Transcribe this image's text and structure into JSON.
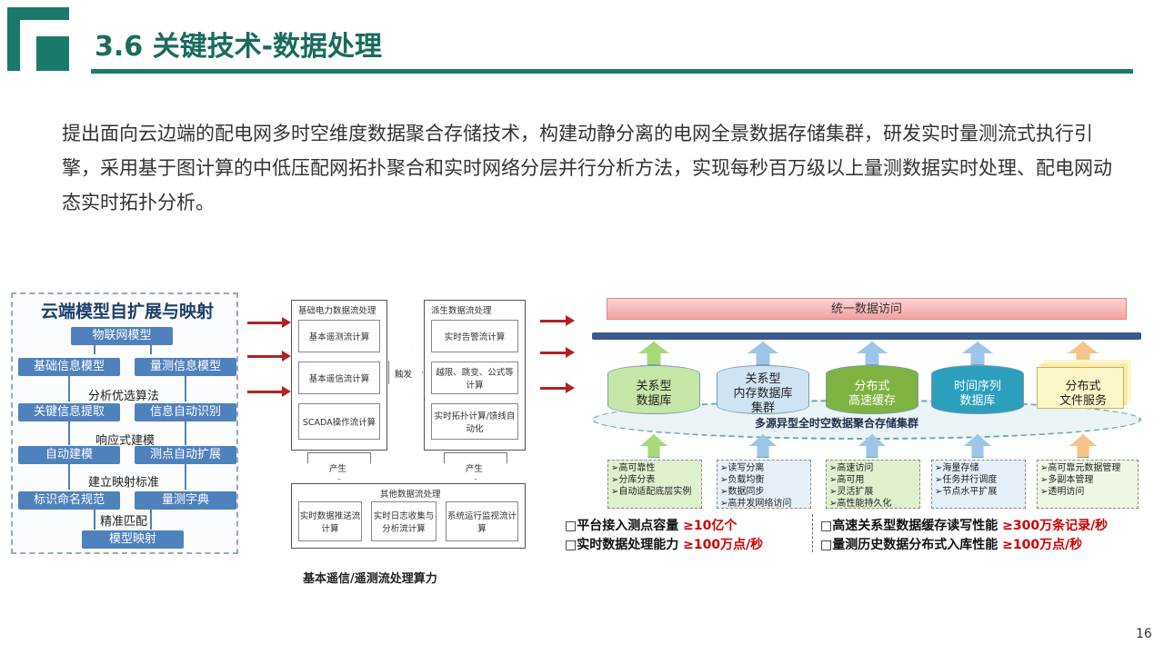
{
  "title": "3.6 关键技术-数据处理",
  "intro": "提出面向云边端的配电网多时空维度数据聚合存储技术，构建动静分离的电网全景数据存储集群，研发实时量测流式执行引擎，采用基于图计算的中低压配网拓扑聚合和实时网络分层并行分析方法，实现每秒百万级以上量测数据实时处理、配电网动态实时拓扑分析。",
  "left": {
    "title": "云端模型自扩展与映射",
    "iot": "物联网模型",
    "basic_info": "基础信息模型",
    "measure_info": "量测信息模型",
    "step1": "分析优选算法",
    "key_extract": "关键信息提取",
    "auto_identify": "信息自动识别",
    "step2": "响应式建模",
    "auto_model": "自动建模",
    "point_expand": "测点自动扩展",
    "step3": "建立映射标准",
    "naming": "标识命名规范",
    "dict": "量测字典",
    "step4": "精准匹配",
    "mapping": "模型映射"
  },
  "middle": {
    "basic_title": "基础电力数据流处理",
    "b1": "基本遥测流计算",
    "b2": "基本遥信流计算",
    "b3": "SCADA操作流计算",
    "trigger": "触发",
    "derived_title": "派生数据流处理",
    "d1": "实时告警流计算",
    "d2": "越限、跳变、公式等计算",
    "d3": "实时拓扑计算/馈线自动化",
    "gen1": "产生",
    "gen2": "产生",
    "other_title": "其他数据流处理",
    "o1": "实时数据推送流计算",
    "o2": "实时日志收集与分析流计算",
    "o3": "系统运行监视流计算",
    "caption": "基本遥信/遥测流处理算力"
  },
  "right": {
    "top_label": "统一数据访问",
    "cluster_label": "多源异型全时空数据聚合存储集群",
    "stores": [
      {
        "name": "关系型\n数据库",
        "color": "#c6e6a8"
      },
      {
        "name": "关系型\n内存数据库\n集群",
        "color": "#cfe3f3"
      },
      {
        "name": "分布式\n高速缓存",
        "color": "#7fb241"
      },
      {
        "name": "时间序列\n数据库",
        "color": "#2c9fbd"
      },
      {
        "name": "分布式\n文件服务",
        "color": "#fdf6c8"
      }
    ],
    "features": [
      [
        "➢高可靠性",
        "➢分库分表",
        "➢自动适配底层实例"
      ],
      [
        "➢读写分离",
        "➢负载均衡",
        "➢数据同步",
        "➢高并发网络访问"
      ],
      [
        "➢高速访问",
        "➢高可用",
        "➢灵活扩展",
        "➢高性能持久化"
      ],
      [
        "➢海量存储",
        "➢任务并行调度",
        "➢节点水平扩展"
      ],
      [
        "➢高可靠元数据管理",
        "➢多副本管理",
        "➢透明访问"
      ]
    ],
    "metrics": [
      {
        "label": "□平台接入测点容量",
        "value": "≥10亿个"
      },
      {
        "label": "□实时数据处理能力",
        "value": "≥100万点/秒"
      },
      {
        "label": "□高速关系型数据缓存读写性能",
        "value": "≥300万条记录/秒"
      },
      {
        "label": "□量测历史数据分布式入库性能",
        "value": "≥100万点/秒"
      }
    ]
  },
  "page_number": "16"
}
